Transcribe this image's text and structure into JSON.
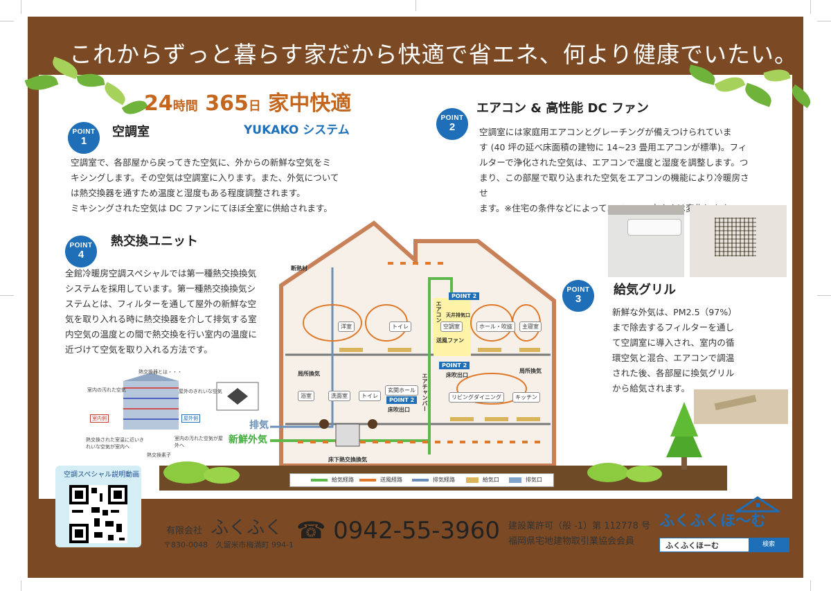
{
  "headline": "これからずっと暮らす家だから快適で省エネ、何より健康でいたい。",
  "main_title": {
    "num1": "24",
    "unit1": "時間",
    "num2": "365",
    "unit2": "日",
    "word": "家中快適"
  },
  "subtitle": "YUKAKO システム",
  "badge_word": "POINT",
  "points": [
    {
      "num": "1",
      "title": "空調室",
      "lines": [
        "空調室で、各部屋から戻ってきた空気に、外からの新鮮な空気をミ",
        "キシングします。その空気は空調室に入ります。また、外気について",
        "は熱交換器を通すため温度と湿度もある程度調整されます。",
        "ミキシングされた空気は DC ファンにてほぼ全室に供給されます。"
      ]
    },
    {
      "num": "2",
      "title": "エアコン & 高性能 DC ファン",
      "lines": [
        "空調室には家庭用エアコンとグレーチングが備えつけられていま",
        "す (40 坪の延べ床面積の建物に 14~23 畳用エアコンが標準)。フィ",
        "ルターで浄化された空気は、エアコンで温度と湿度を調整します。つ",
        "まり、この部屋で取り込まれた空気をエアコンの機能により冷暖房させ",
        "ます。※住宅の条件などによってエアコンの大きさは変化します。"
      ]
    },
    {
      "num": "3",
      "title": "給気グリル",
      "lines": [
        "新鮮な外気は、PM2.5（97%）",
        "まで除去するフィルターを通し",
        "て空調室に導入され、室内の循",
        "環空気と混合、エアコンで調温",
        "された後、各部屋に換気グリル",
        "から給気されます。"
      ]
    },
    {
      "num": "4",
      "title": "熱交換ユニット",
      "lines": [
        "全館冷暖房空調スペシャルでは第一種熱交換換気",
        "システムを採用しています。第一種熱交換換気シ",
        "ステムとは、フィルターを通して屋外の新鮮な空",
        "気を取り入れる時に熱交換器を介して排気する室",
        "内空気の温度との間で熱交換を行い室内の温度に",
        "近づけて空気を取り入れる方法です。"
      ]
    }
  ],
  "house": {
    "insulation_label": "断熱材",
    "rooms_upper": [
      "洋室",
      "トイレ",
      "ホール・吹抜",
      "主寝室"
    ],
    "aircon_room": "空調室",
    "aircon_vertical": "エアコン",
    "attic_vent": "天井排気口",
    "fan_label": "送風ファン",
    "floor_outlet": "床吹出口",
    "local_exhaust": "局所換気",
    "rooms_lower": [
      "浴室",
      "洗面室",
      "トイレ",
      "玄関ホール",
      "リビングダイニング",
      "キッチン"
    ],
    "chamber": "エアチャンバー",
    "underfloor": "床下熱交換換気",
    "point2": "POINT 2"
  },
  "exchanger": {
    "title": "熱交換器とは・・・",
    "dirty_air": "室内の汚れた空気",
    "clean_air": "屋外のきれいな空気",
    "indoor": "室内側",
    "outdoor": "屋外側",
    "note_left": "熱交換された室温に近いきれいな空気が室内へ",
    "note_right": "室内の汚れた空気が屋外へ",
    "element": "熱交換素子"
  },
  "flow_labels": {
    "exhaust": "排気",
    "fresh": "新鮮外気"
  },
  "legend": [
    {
      "label": "給気経路",
      "color": "#5cb848"
    },
    {
      "label": "送風経路",
      "color": "#e0782a"
    },
    {
      "label": "排気経路",
      "color": "#6a8fb8"
    },
    {
      "label": "給気口",
      "color": "#d9b45a"
    },
    {
      "label": "排気口",
      "color": "#7fa3c9"
    }
  ],
  "qr_caption": "空調スペシャル説明動画",
  "footer": {
    "company_prefix": "有限会社",
    "company_name": "ふくふく",
    "postal": "〒830-0048",
    "address": "久留米市梅満町 994-1",
    "phone": "0942-55-3960",
    "license": "建設業許可（般 -1）第 112778 号",
    "association": "福岡県宅地建物取引業協会会員",
    "brand": "ふくふくほ〜む",
    "search_text": "ふくふくほーむ",
    "search_button": "検索"
  },
  "colors": {
    "frame": "#7b4a24",
    "accent_orange": "#c4661e",
    "accent_blue": "#1e6fb7",
    "leaf_green": "#6fb33b"
  }
}
